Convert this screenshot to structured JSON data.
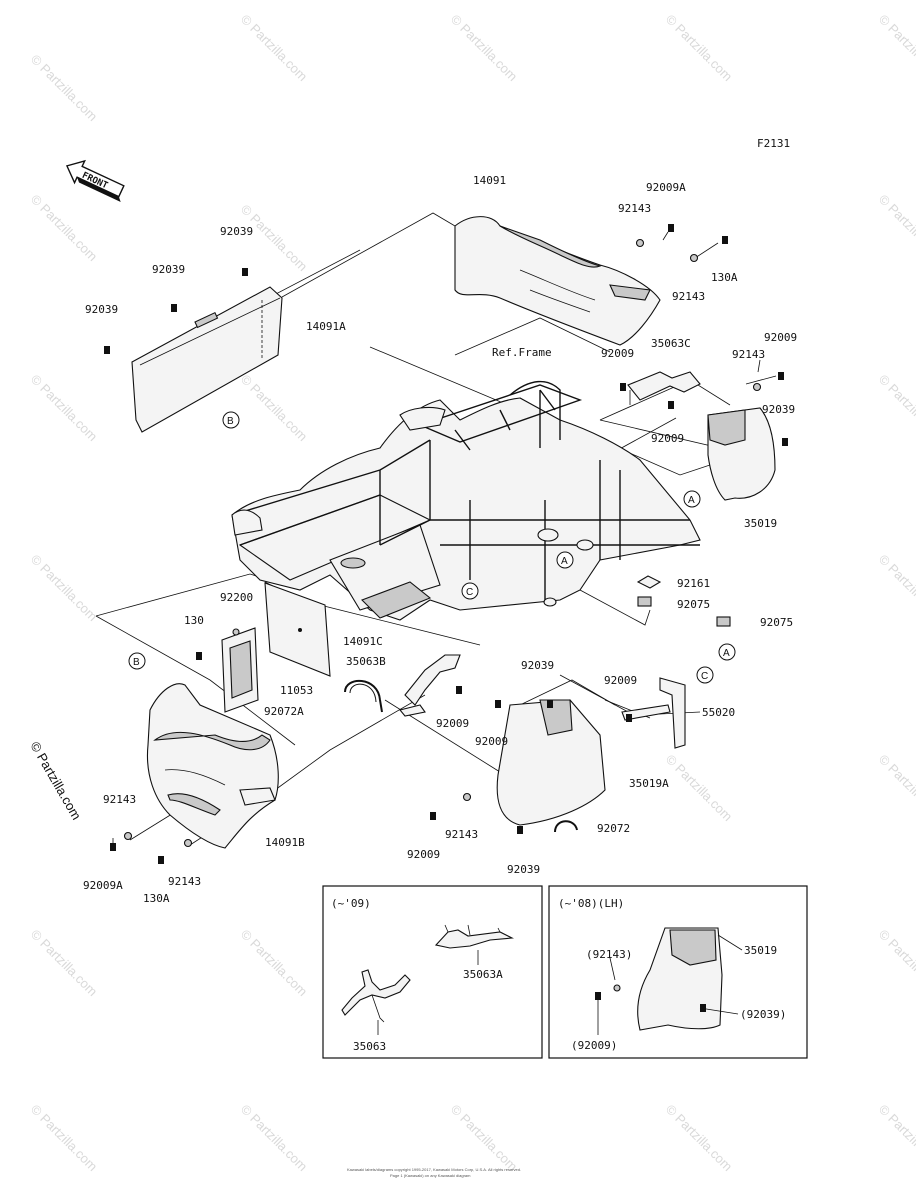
{
  "diagram_code": "F2131",
  "front_label": "FRONT",
  "ref_frame_label": "Ref.Frame",
  "watermark": "© Partzilla.com",
  "side_watermark": "© Partzilla.com",
  "footer_line1": "Kawasaki labels/diagrams copyright 1995-2017, Kawasaki Motors Corp, U.S.A. All rights reserved.",
  "footer_line2": "Page 1 (Kawasaki) on any Kawasaki diagram",
  "callouts": {
    "a1": "A",
    "a2": "A",
    "a3": "A",
    "b1": "B",
    "b2": "B",
    "c1": "C",
    "c2": "C"
  },
  "labels": {
    "p14091": "14091",
    "p92009A_top": "92009A",
    "p92143_top": "92143",
    "p130A_top": "130A",
    "p92143_top2": "92143",
    "p92039_a": "92039",
    "p92039_b": "92039",
    "p92039_c": "92039",
    "p14091A": "14091A",
    "p35063C": "35063C",
    "p92009_ra": "92009",
    "p92143_r": "92143",
    "p92009_rb": "92009",
    "p92039_r": "92039",
    "p92009_rc": "92009",
    "p35019": "35019",
    "p92161": "92161",
    "p92075_a": "92075",
    "p92075_b": "92075",
    "p92200": "92200",
    "p130": "130",
    "p14091C": "14091C",
    "p35063B": "35063B",
    "p11053": "11053",
    "p92072A": "92072A",
    "p92009_m1": "92009",
    "p92009_m2": "92009",
    "p92039_m": "92039",
    "p92009_m3": "92009",
    "p55020": "55020",
    "p35019A": "35019A",
    "p92143_l": "92143",
    "p14091B": "14091B",
    "p92009A_l": "92009A",
    "p92143_l2": "92143",
    "p130A_l": "130A",
    "p92143_b": "92143",
    "p92072": "92072",
    "p92009_b": "92009",
    "p92039_b2": "92039"
  },
  "inset_left": {
    "title": "(~'09)",
    "p35063A": "35063A",
    "p35063": "35063"
  },
  "inset_right": {
    "title": "(~'08)(LH)",
    "p35019": "35019",
    "p92143": "(92143)",
    "p92039": "(92039)",
    "p92009": "(92009)"
  }
}
